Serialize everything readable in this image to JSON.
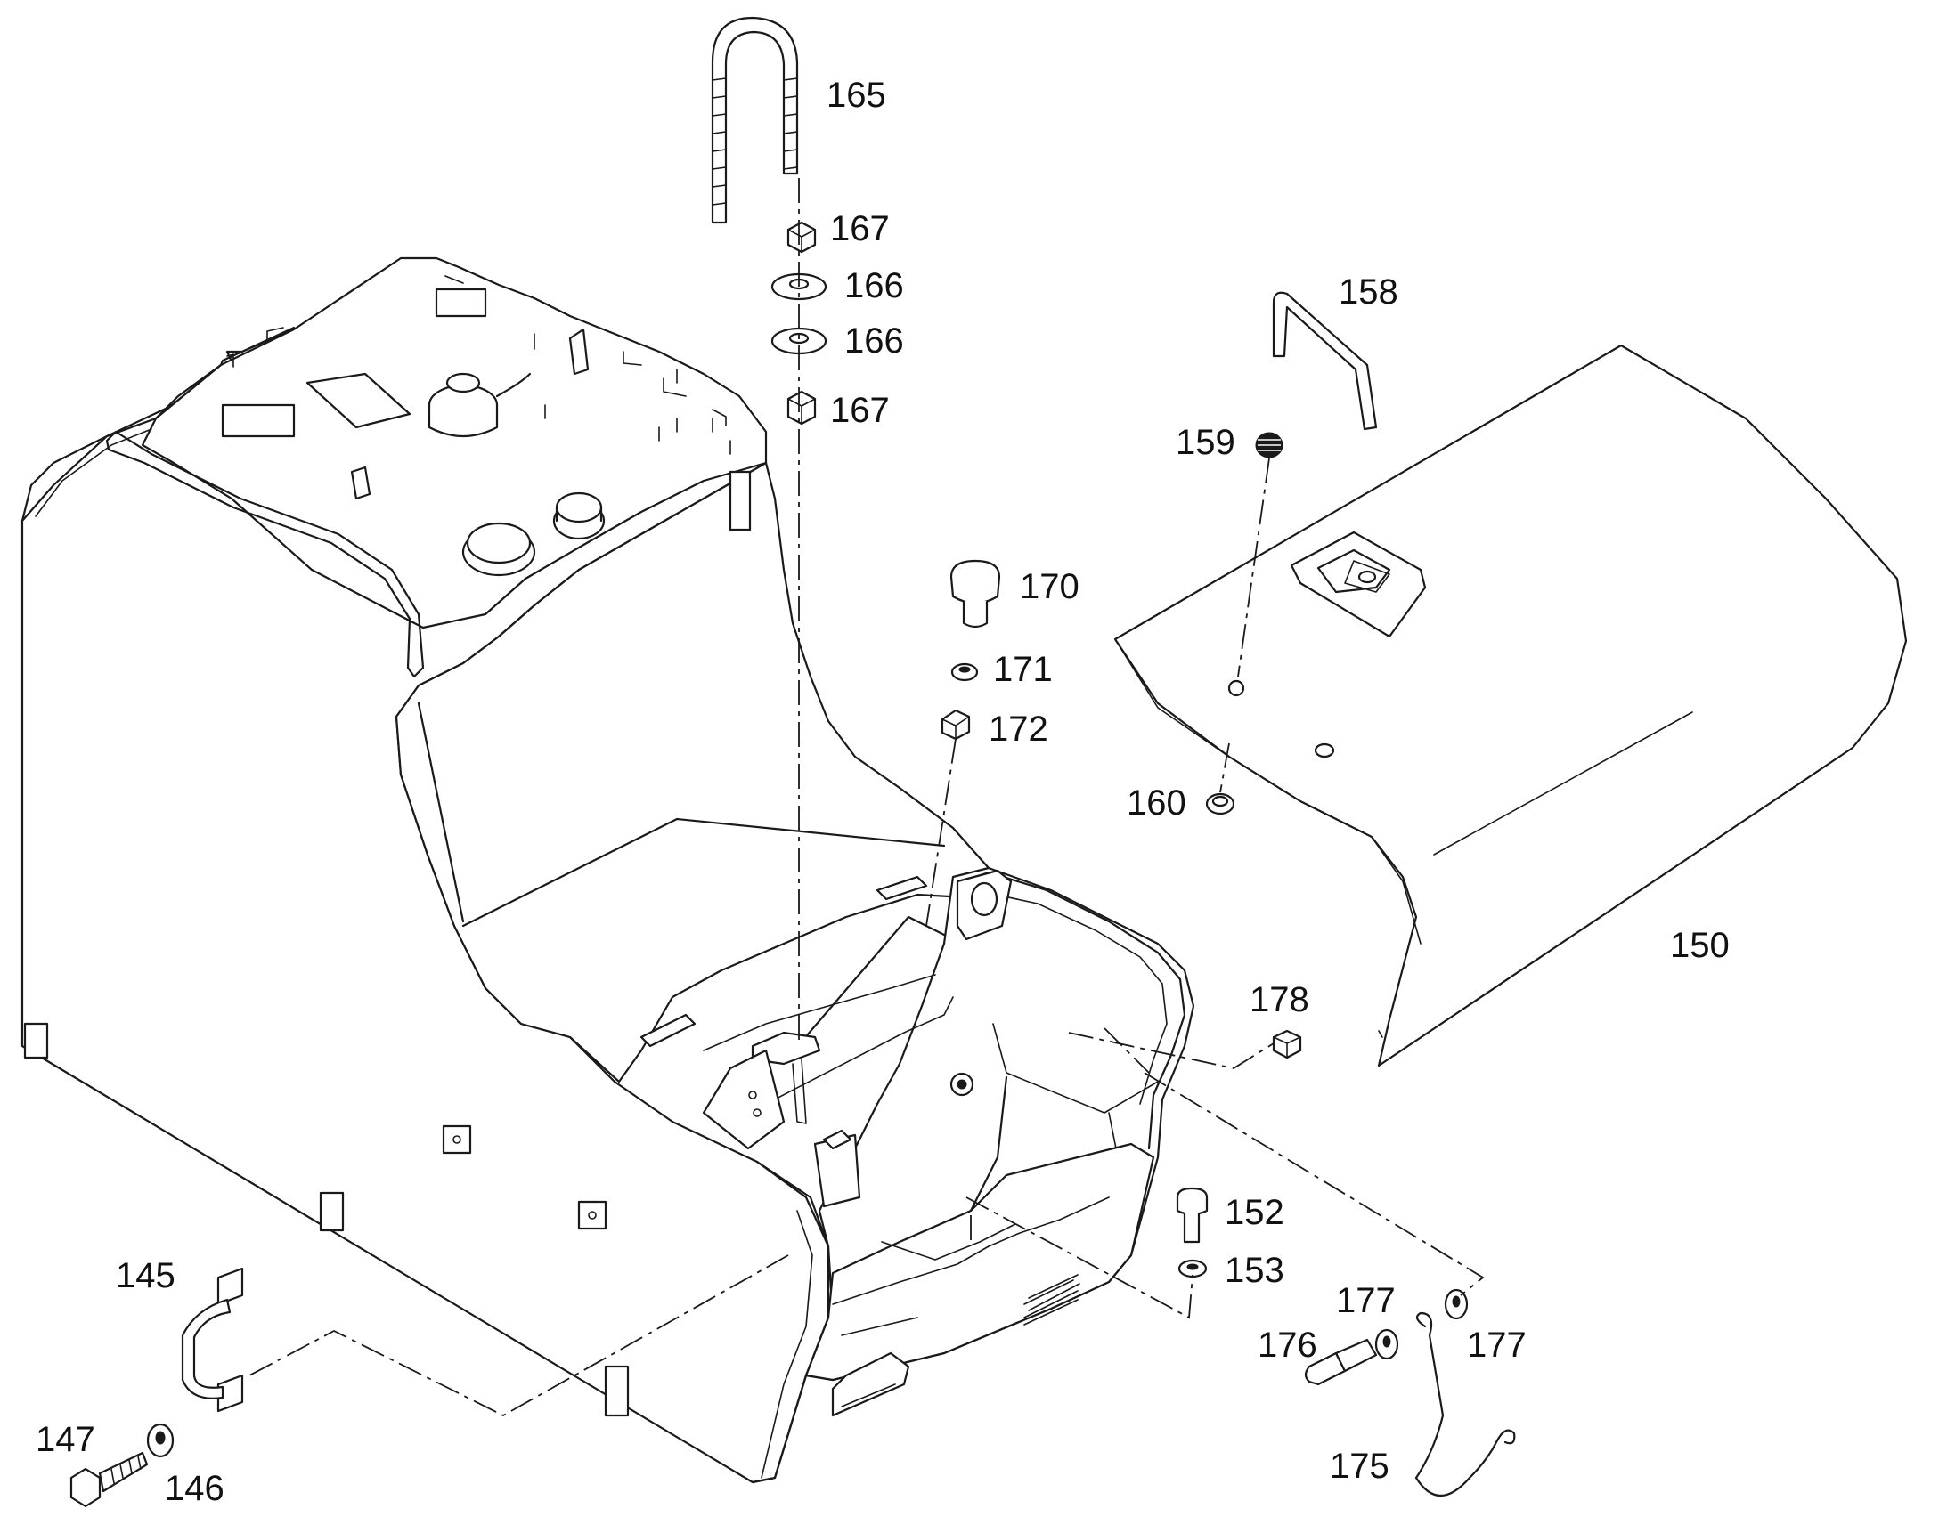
{
  "diagram": {
    "callouts": [
      {
        "id": "c145",
        "text": "145"
      },
      {
        "id": "c146",
        "text": "146"
      },
      {
        "id": "c147",
        "text": "147"
      },
      {
        "id": "c150",
        "text": "150"
      },
      {
        "id": "c152",
        "text": "152"
      },
      {
        "id": "c153",
        "text": "153"
      },
      {
        "id": "c158",
        "text": "158"
      },
      {
        "id": "c159",
        "text": "159"
      },
      {
        "id": "c160",
        "text": "160"
      },
      {
        "id": "c165",
        "text": "165"
      },
      {
        "id": "c166a",
        "text": "166"
      },
      {
        "id": "c166b",
        "text": "166"
      },
      {
        "id": "c167a",
        "text": "167"
      },
      {
        "id": "c167b",
        "text": "167"
      },
      {
        "id": "c170",
        "text": "170"
      },
      {
        "id": "c171",
        "text": "171"
      },
      {
        "id": "c172",
        "text": "172"
      },
      {
        "id": "c175",
        "text": "175"
      },
      {
        "id": "c176",
        "text": "176"
      },
      {
        "id": "c177a",
        "text": "177"
      },
      {
        "id": "c177b",
        "text": "177"
      },
      {
        "id": "c178",
        "text": "178"
      }
    ]
  }
}
